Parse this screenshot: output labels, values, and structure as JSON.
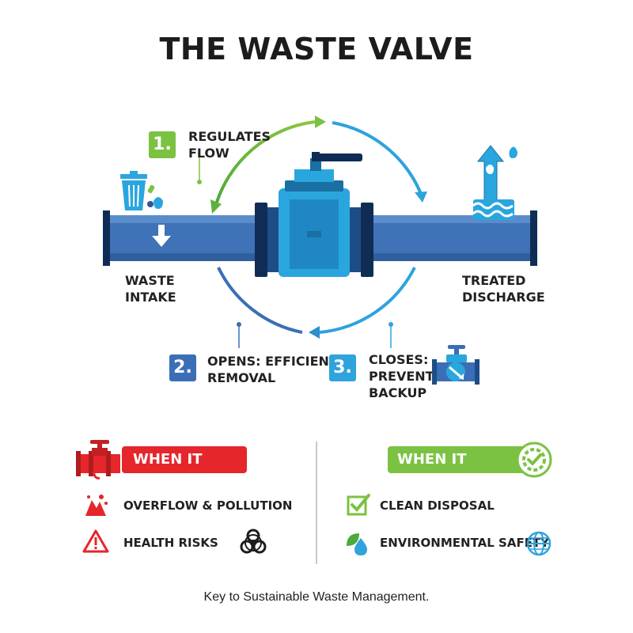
{
  "title": "THE WASTE VALVE",
  "steps": [
    {
      "number": "1.",
      "label_lines": [
        "REGULATES",
        "FLOW"
      ],
      "color": "#7cc242"
    },
    {
      "number": "2.",
      "label_lines": [
        "OPENS: EFFICIENT",
        "REMOVAL"
      ],
      "color": "#3a6fb7"
    },
    {
      "number": "3.",
      "label_lines": [
        "CLOSES:",
        "PREVENTS",
        "BACKUP"
      ],
      "color": "#2ea3dd"
    }
  ],
  "intake": {
    "label_lines": [
      "WASTE",
      "INTAKE"
    ]
  },
  "discharge": {
    "label_lines": [
      "TREATED",
      "DISCHARGE"
    ]
  },
  "fails": {
    "heading": "WHEN IT FAILS",
    "color": "#e5262a",
    "items": [
      {
        "text": "OVERFLOW & POLLUTION",
        "icon": "overflow-icon"
      },
      {
        "text": "HEALTH RISKS",
        "icon": "warning-triangle-icon"
      }
    ],
    "extra_icon": "biohazard-icon"
  },
  "works": {
    "heading": "WHEN IT WORKS",
    "color": "#7cc242",
    "items": [
      {
        "text": "CLEAN DISPOSAL",
        "icon": "checkbox-icon"
      },
      {
        "text": "ENVIRONMENTAL SAFETY",
        "icon": "leaf-drop-icon"
      }
    ],
    "badge_icon": "gear-check-icon",
    "extra_icon": "globe-icon"
  },
  "footer": "Key to Sustainable Waste Management.",
  "colors": {
    "pipe": "#3f72b7",
    "pipe_dark": "#2c5a99",
    "valve": "#2aa6de",
    "valve_dark": "#1a6fa3",
    "flange": "#0f2d54",
    "green": "#7cc242",
    "blue_arrow": "#2ea3dd",
    "red": "#e5262a"
  }
}
